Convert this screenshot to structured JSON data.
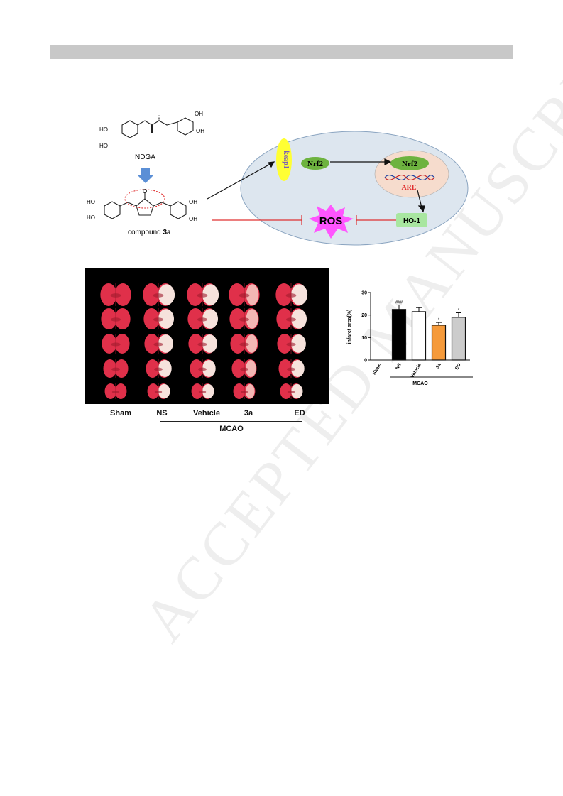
{
  "watermark": "ACCEPTED MANUSCRIPT",
  "chemistry": {
    "ndga_label": "NDGA",
    "compound_label_prefix": "compound ",
    "compound_label_bold": "3a",
    "ho": "HO",
    "oh": "OH",
    "o": "O"
  },
  "pathway": {
    "keap1": "keap1",
    "nrf2_cyto": "Nrf2",
    "nrf2_nucleus": "Nrf2",
    "are": "ARE",
    "ros": "ROS",
    "ho1": "HO-1",
    "colors": {
      "cell": "#dde6ef",
      "nucleus": "#f6dccd",
      "nrf2": "#6db33f",
      "keap1": "#ffff33",
      "ros": "#ff55ff",
      "ho1": "#a8e6a0",
      "inhibit": "#e03030"
    }
  },
  "brain_figure": {
    "group_labels": [
      "Sham",
      "NS",
      "Vehicle",
      "3a",
      "ED"
    ],
    "model_label": "MCAO"
  },
  "chart_data": {
    "type": "bar",
    "categories": [
      "Sham",
      "NS",
      "Vehicle",
      "3a",
      "ED"
    ],
    "values": [
      0,
      22.5,
      21.5,
      15.5,
      19
    ],
    "errors": [
      0,
      2,
      1.8,
      1.2,
      2
    ],
    "significance": [
      "",
      "###",
      "",
      "*",
      "*"
    ],
    "bar_colors": [
      "#000000",
      "#000000",
      "#ffffff",
      "#f59a3a",
      "#cccccc"
    ],
    "ylabel": "infarct area(%)",
    "group_label": "MCAO",
    "ylim": [
      0,
      30
    ],
    "yticks": [
      0,
      10,
      20,
      30
    ]
  }
}
